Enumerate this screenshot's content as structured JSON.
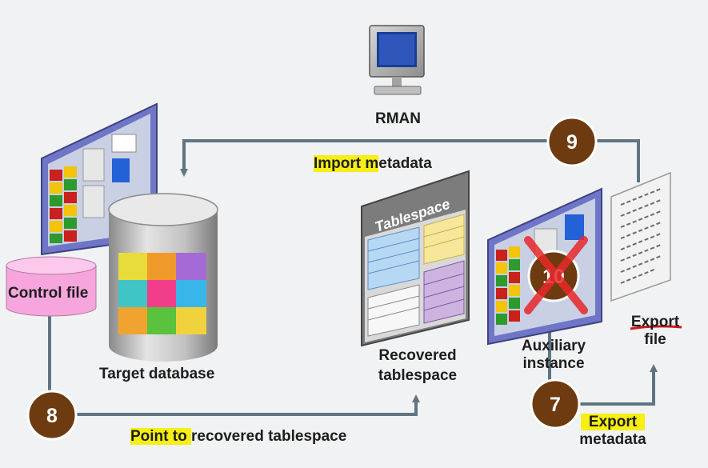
{
  "labels": {
    "rman": "RMAN",
    "import_hl": "Import m",
    "import_rest": "etadata",
    "control_file": "Control file",
    "target_database": "Target database",
    "tablespace_title": "Tablespace",
    "recovered_line1": "Recovered",
    "recovered_line2": "tablespace",
    "auxiliary_line1": "Auxiliary",
    "auxiliary_line2": "instance",
    "export_file_line1": "Export",
    "export_file_line2": "file",
    "export_meta_line1": "Export",
    "export_meta_line2": "metadata",
    "point_hl": "Point to ",
    "point_rest": "recovered tablespace"
  },
  "steps": {
    "s7": "7",
    "s8": "8",
    "s9": "9",
    "s10": "10"
  },
  "colors": {
    "step_circle": "#6e3a10",
    "highlight": "#f6ee14",
    "arrow": "#5f7682",
    "cross": "#e8282a",
    "control_file": "#f6a6dd",
    "screen_frame": "#6f76c7"
  }
}
